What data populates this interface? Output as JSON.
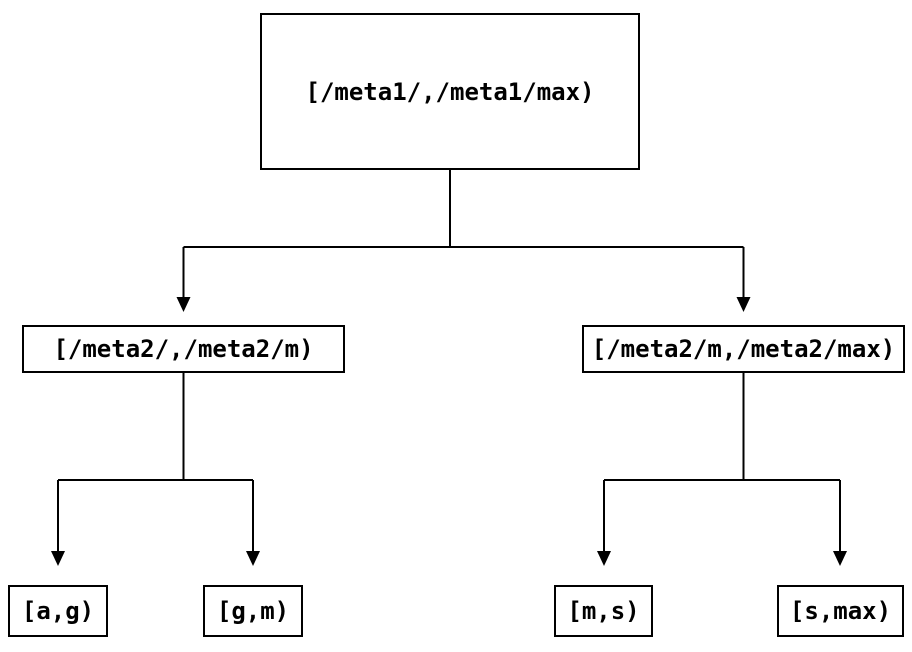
{
  "diagram": {
    "type": "tree",
    "colors": {
      "background": "#ffffff",
      "line": "#000000",
      "node_border": "#000000",
      "node_fill": "#ffffff",
      "text": "#000000"
    },
    "nodes": {
      "root": {
        "label": "[/meta1/,/meta1/max)"
      },
      "left": {
        "label": "[/meta2/,/meta2/m)"
      },
      "right": {
        "label": "[/meta2/m,/meta2/max)"
      },
      "leaf_ag": {
        "label": "[a,g)"
      },
      "leaf_gm": {
        "label": "[g,m)"
      },
      "leaf_ms": {
        "label": "[m,s)"
      },
      "leaf_smax": {
        "label": "[s,max)"
      }
    },
    "edges": [
      {
        "from": "root",
        "to": "left"
      },
      {
        "from": "root",
        "to": "right"
      },
      {
        "from": "left",
        "to": "leaf_ag"
      },
      {
        "from": "left",
        "to": "leaf_gm"
      },
      {
        "from": "right",
        "to": "leaf_ms"
      },
      {
        "from": "right",
        "to": "leaf_smax"
      }
    ]
  }
}
